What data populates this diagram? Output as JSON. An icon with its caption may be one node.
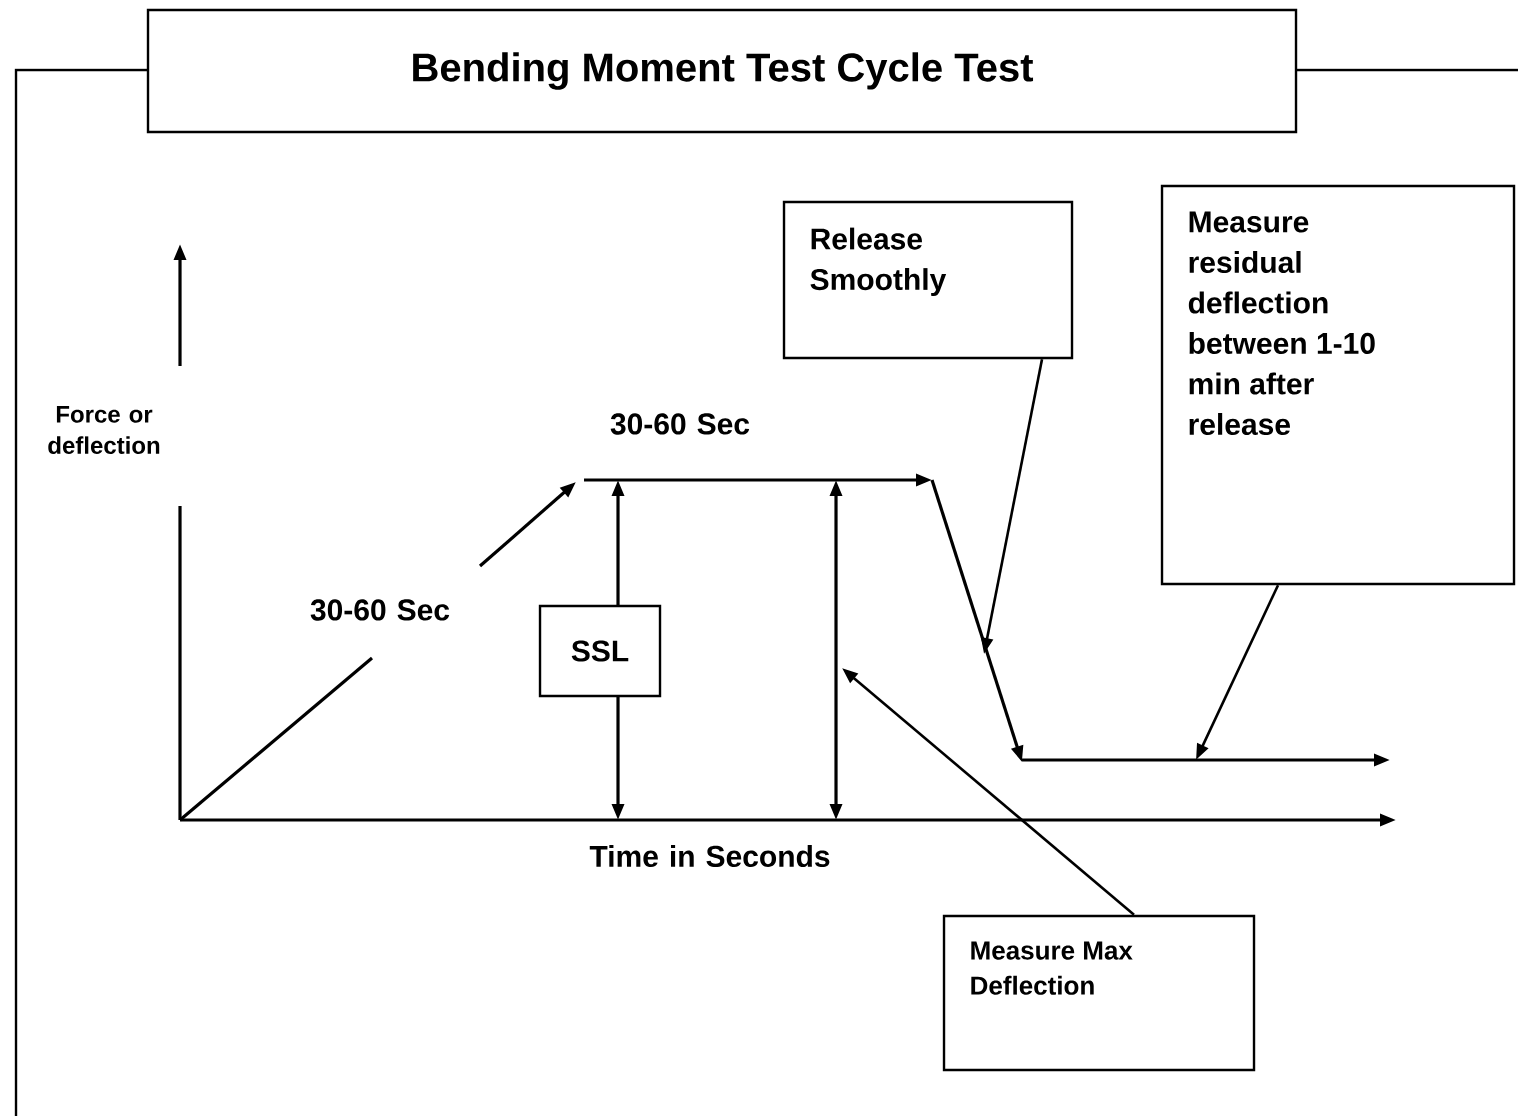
{
  "diagram": {
    "nodes": [
      {
        "text": [
          "Bending Moment Test Cycle Test"
        ]
      },
      {
        "text": [
          "Release Smoothly"
        ]
      },
      {
        "text": [
          "Measure residual deflection between 1-10 min after release"
        ]
      },
      {
        "text": [
          "SSL"
        ]
      },
      {
        "text": [
          "Measure Max Deflection"
        ]
      }
    ],
    "edges": [
      {
        "from": 1,
        "to": null,
        "arrow": "to"
      },
      {
        "from": 2,
        "to": null,
        "arrow": "to"
      },
      {
        "from": 4,
        "to": null,
        "arrow": "to"
      }
    ],
    "labels": [
      "Force or deflection",
      "30-60 Sec",
      "30-60 Sec",
      "Time in Seconds"
    ]
  }
}
